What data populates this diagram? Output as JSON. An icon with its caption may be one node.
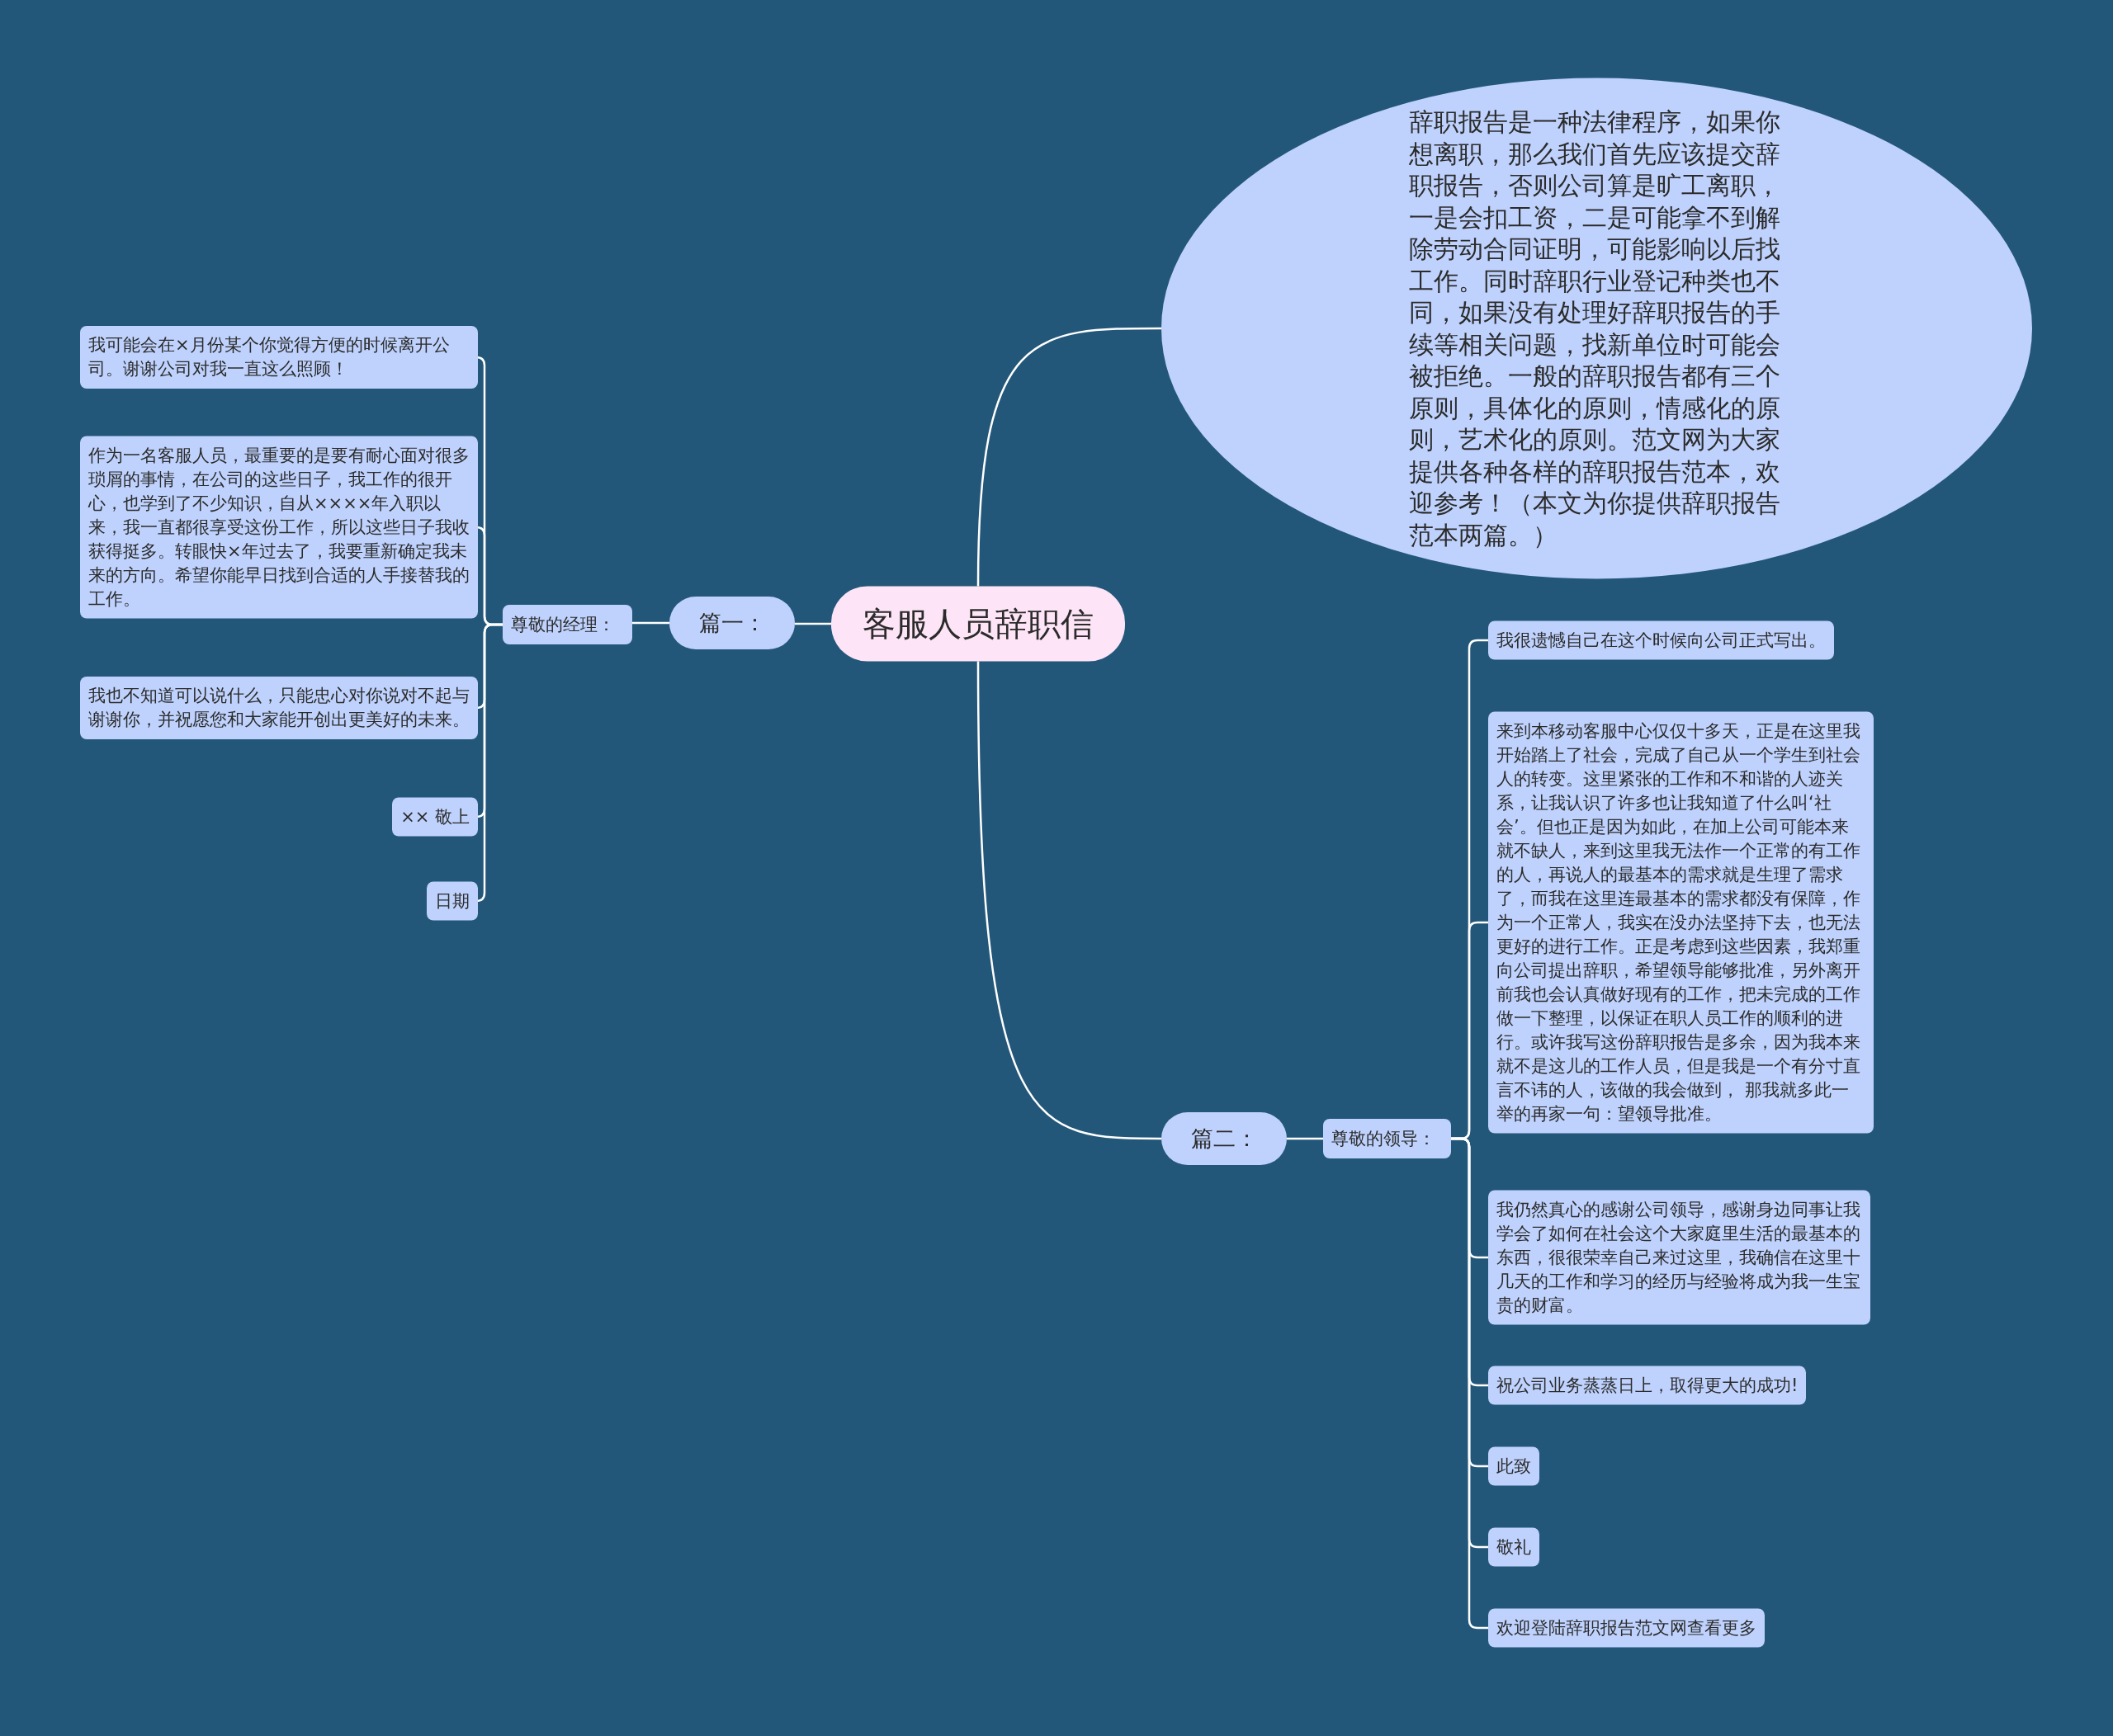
{
  "diagram": {
    "nodes": [
      {
        "text": [
          "客服人员辞职信"
        ]
      },
      {
        "text": [
          "篇一："
        ]
      },
      {
        "text": [
          "尊敬的经理："
        ]
      },
      {
        "text": [
          "我可能会在×月份某个你觉得方便的时候离开公司。谢谢公司对我一直这么照顾！"
        ]
      },
      {
        "text": [
          "作为一名客服人员，最重要的是要有耐心面对很多琐屑的事情，在公司的这些日子，我工作的很开心，也学到了不少知识，自从××××年入职以来，我一直都很享受这份工作，所以这些日子我收获得挺多。转眼快×年过去了，我要重新确定我未来的方向。希望你能早日找到合适的人手接替我的工作。"
        ]
      },
      {
        "text": [
          "我也不知道可以说什么，只能忠心对你说对不起与谢谢你，并祝愿您和大家能开创出更美好的未来。"
        ]
      },
      {
        "text": [
          "×× 敬上"
        ]
      },
      {
        "text": [
          "日期"
        ]
      },
      {
        "text": [
          "辞职报告是一种法律程序，如果你想离职，那么我们首先应该提交辞职报告，否则公司算是旷工离职，一是会扣工资，二是可能拿不到解除劳动合同证明，可能影响以后找工作。同时辞职行业登记种类也不同，如果没有处理好辞职报告的手续等相关问题，找新单位时可能会被拒绝。一般的辞职报告都有三个原则，具体化的原则，情感化的原则，艺术化的原则。范文网为大家提供各种各样的辞职报告范本，欢迎参考！（本文为你提供辞职报告范本两篇。）"
        ]
      },
      {
        "text": [
          "篇二："
        ]
      },
      {
        "text": [
          "尊敬的领导："
        ]
      },
      {
        "text": [
          "我很遗憾自己在这个时候向公司正式写出。"
        ]
      },
      {
        "text": [
          "来到本移动客服中心仅仅十多天，正是在这里我开始踏上了社会，完成了自己从一个学生到社会人的转变。这里紧张的工作和不和谐的人迹关系，让我认识了许多也让我知道了什么叫‘社会’。但也正是因为如此，在加上公司可能本来就不缺人，来到这里我无法作一个正常的有工作的人，再说人的最基本的需求就是生理了需求了，而我在这里连最基本的需求都没有保障，作为一个正常人，我实在没办法坚持下去，也无法更好的进行工作。正是考虑到这些因素，我郑重向公司提出辞职，希望领导能够批准，另外离开前我也会认真做好现有的工作，把未完成的工作做一下整理，以保证在职人员工作的顺利的进行。或许我写这份辞职报告是多余，因为我本来就不是这儿的工作人员，但是我是一个有分寸直言不讳的人，该做的我会做到， 那我就多此一举的再家一句：望领导批准。"
        ]
      },
      {
        "text": [
          "我仍然真心的感谢公司领导，感谢身边同事让我学会了如何在社会这个大家庭里生活的最基本的东西，很很荣幸自己来过这里，我确信在这里十几天的工作和学习的经历与经验将成为我一生宝贵的财富。"
        ]
      },
      {
        "text": [
          "祝公司业务蒸蒸日上，取得更大的成功!"
        ]
      },
      {
        "text": [
          "此致"
        ]
      },
      {
        "text": [
          "敬礼"
        ]
      },
      {
        "text": [
          "欢迎登陆辞职报告范文网查看更多"
        ]
      }
    ],
    "edges": [
      {
        "from": 0,
        "to": 1,
        "arrow": "none"
      },
      {
        "from": 1,
        "to": 2,
        "arrow": "none"
      },
      {
        "from": 2,
        "to": 3,
        "arrow": "none"
      },
      {
        "from": 2,
        "to": 4,
        "arrow": "none"
      },
      {
        "from": 2,
        "to": 5,
        "arrow": "none"
      },
      {
        "from": 2,
        "to": 6,
        "arrow": "none"
      },
      {
        "from": 2,
        "to": 7,
        "arrow": "none"
      },
      {
        "from": 0,
        "to": 8,
        "arrow": "none"
      },
      {
        "from": 0,
        "to": 9,
        "arrow": "none"
      },
      {
        "from": 9,
        "to": 10,
        "arrow": "none"
      },
      {
        "from": 10,
        "to": 11,
        "arrow": "none"
      },
      {
        "from": 10,
        "to": 12,
        "arrow": "none"
      },
      {
        "from": 10,
        "to": 13,
        "arrow": "none"
      },
      {
        "from": 10,
        "to": 14,
        "arrow": "none"
      },
      {
        "from": 10,
        "to": 15,
        "arrow": "none"
      },
      {
        "from": 10,
        "to": 16,
        "arrow": "none"
      },
      {
        "from": 10,
        "to": 17,
        "arrow": "none"
      }
    ]
  }
}
